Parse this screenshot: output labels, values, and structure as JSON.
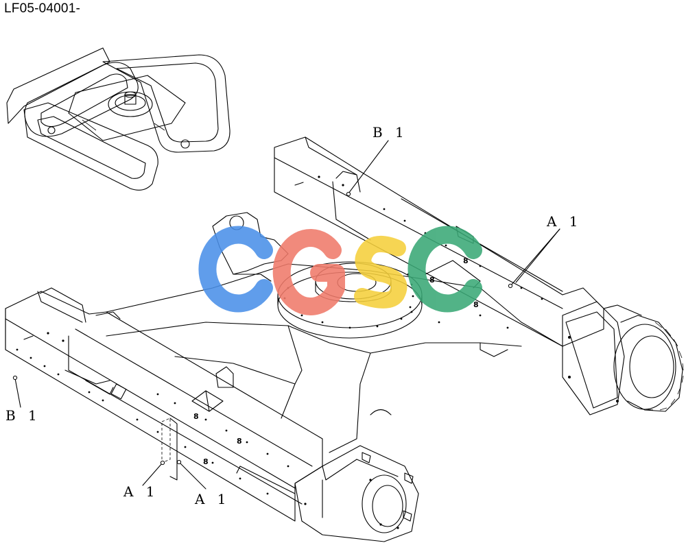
{
  "page": {
    "title": "LF05-04001-"
  },
  "callouts": {
    "b1_top": "B 1",
    "a1_right": "A 1",
    "b1_left": "B 1",
    "a1_bottom_left": "A 1",
    "a1_bottom_right": "A 1"
  },
  "part_markers": [
    "8",
    "8",
    "8",
    "8",
    "8",
    "8"
  ],
  "watermark": {
    "text": "CGSC",
    "colors": {
      "c1": "#4a90e8",
      "g": "#f07a6a",
      "s": "#f5d03c",
      "c2": "#3aa876"
    }
  }
}
